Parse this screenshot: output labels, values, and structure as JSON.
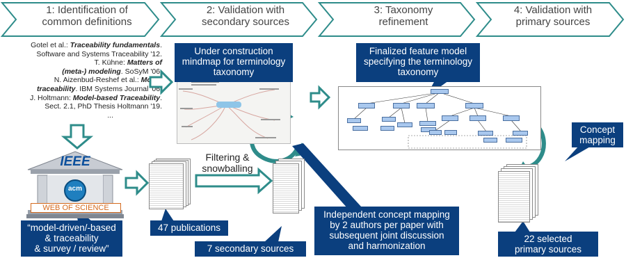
{
  "phases": [
    {
      "line1": "1: Identification of",
      "line2": "common definitions"
    },
    {
      "line1": "2: Validation with",
      "line2": "secondary sources"
    },
    {
      "line1": "3: Taxonomy",
      "line2": "refinement"
    },
    {
      "line1": "4: Validation with",
      "line2": "primary sources"
    }
  ],
  "references": [
    {
      "pre": "Gotel et al.: ",
      "bold": "Traceability fundamentals",
      "post": "."
    },
    {
      "pre": "Software and Systems Traceability '12.",
      "bold": "",
      "post": ""
    },
    {
      "pre": "T. Kühne: ",
      "bold": "Matters of",
      "post": ""
    },
    {
      "pre": "",
      "bold": "(meta-) modeling",
      "post": ". SoSyM '06."
    },
    {
      "pre": "N. Aizenbud-Reshef et al.: ",
      "bold": "Model",
      "post": ""
    },
    {
      "pre": "",
      "bold": "traceability",
      "post": ". IBM Systems Journal '06."
    },
    {
      "pre": "J. Holtmann: ",
      "bold": "Model-based Traceability",
      "post": "."
    },
    {
      "pre": "Sect. 2.1, PhD Thesis Holtmann '19.",
      "bold": "",
      "post": ""
    },
    {
      "pre": "...",
      "bold": "",
      "post": ""
    }
  ],
  "databases": {
    "ieee": "IEEE",
    "acm": "acm",
    "wos": "WEB OF SCIENCE"
  },
  "callouts": {
    "mindmap": [
      "Under construction",
      "mindmap for terminology",
      "taxonomy"
    ],
    "feature_model": [
      "Finalized feature model",
      "specifying the terminology",
      "taxonomy"
    ],
    "concept_mapping": [
      "Concept",
      "mapping"
    ],
    "search_query": [
      "“model-driven/-based",
      "& traceability",
      "& survey / review”"
    ],
    "publications": [
      "47 publications"
    ],
    "secondary": [
      "7 secondary sources"
    ],
    "independent": [
      "Independent concept mapping",
      "by 2 authors per paper with",
      "subsequent joint discussion",
      "and harmonization"
    ],
    "primary": [
      "22 selected",
      "primary sources"
    ]
  },
  "filtering_label": [
    "Filtering &",
    "snowballing"
  ],
  "colors": {
    "navy": "#0b3f7e",
    "teal": "#2e8c8a",
    "chevron_border": "#2e8c8a"
  }
}
